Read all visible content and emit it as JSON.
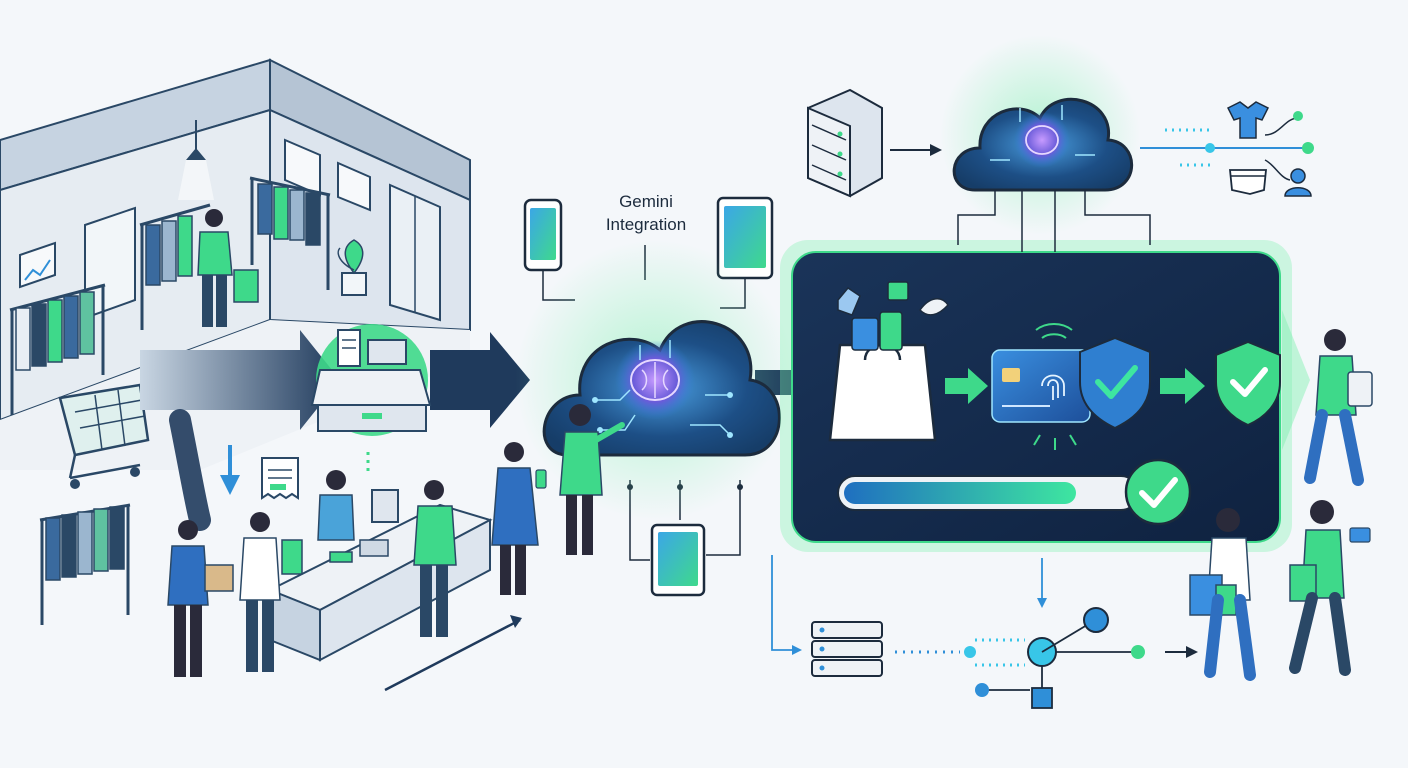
{
  "diagram": {
    "integration_label": [
      "Gemini",
      "Integration"
    ]
  },
  "colors": {
    "navy": "#1f3a5c",
    "dark_panel": "#14294a",
    "accent_green": "#3ed98a",
    "glow_green": "#7ff0b0",
    "accent_blue": "#2f8fd8",
    "cyan": "#38c6e8",
    "line": "#2a4866",
    "wall": "#dfe6ee"
  },
  "icons": [
    "store-icon",
    "clothing-rack-icon",
    "shopping-cart-icon",
    "cash-register-icon",
    "receipt-icon",
    "smartphone-icon",
    "tablet-icon",
    "ai-cloud-brain-icon",
    "server-rack-icon",
    "tshirt-icon",
    "pants-icon",
    "user-icon",
    "shopping-bag-icon",
    "credit-card-icon",
    "fingerprint-icon",
    "shield-check-icon",
    "progress-bar",
    "check-circle-icon",
    "database-icon",
    "network-node-icon",
    "shopper-figure"
  ]
}
